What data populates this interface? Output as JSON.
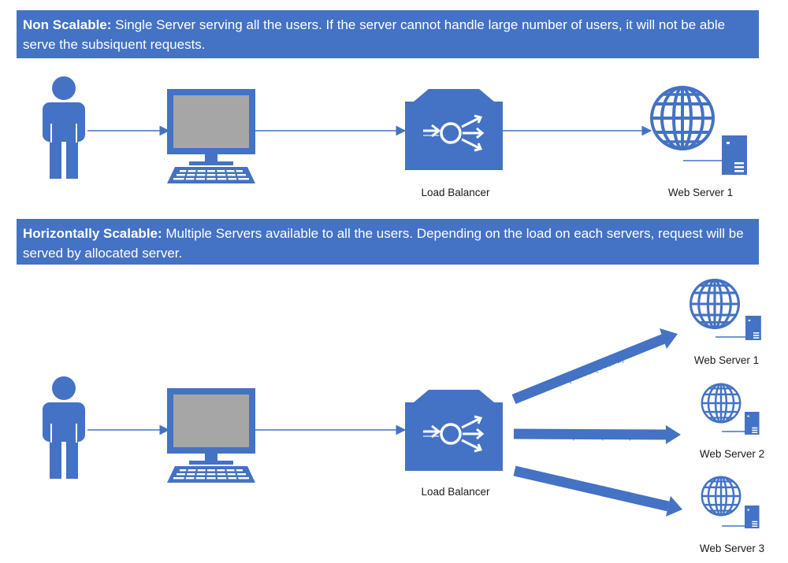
{
  "colors": {
    "accent": "#4472c4",
    "screen": "#a6a6a6",
    "text": "#1a1a1a"
  },
  "section_non_scalable": {
    "title": "Non Scalable:",
    "text": " Single Server serving all the users. If the server cannot handle large number of users, it will not be able serve the subsiquent requests.",
    "load_balancer_label": "Load Balancer",
    "server_label": "Web Server 1"
  },
  "section_horizontal": {
    "title": "Horizontally Scalable:",
    "text": " Multiple Servers available to all the users. Depending on the load on each servers, request will be served by allocated server.",
    "load_balancer_label": "Load Balancer",
    "servers": [
      {
        "label": "Web Server 1",
        "request": "Request 1 (User 1)"
      },
      {
        "label": "Web Server 2",
        "request": "Request 2 (User 2)"
      },
      {
        "label": "Web Server 3",
        "request": "Request 3 (User 3)"
      }
    ]
  },
  "icons": [
    "user-icon",
    "monitor-icon",
    "keyboard-icon",
    "load-balancer-icon",
    "globe-icon",
    "server-tower-icon"
  ]
}
